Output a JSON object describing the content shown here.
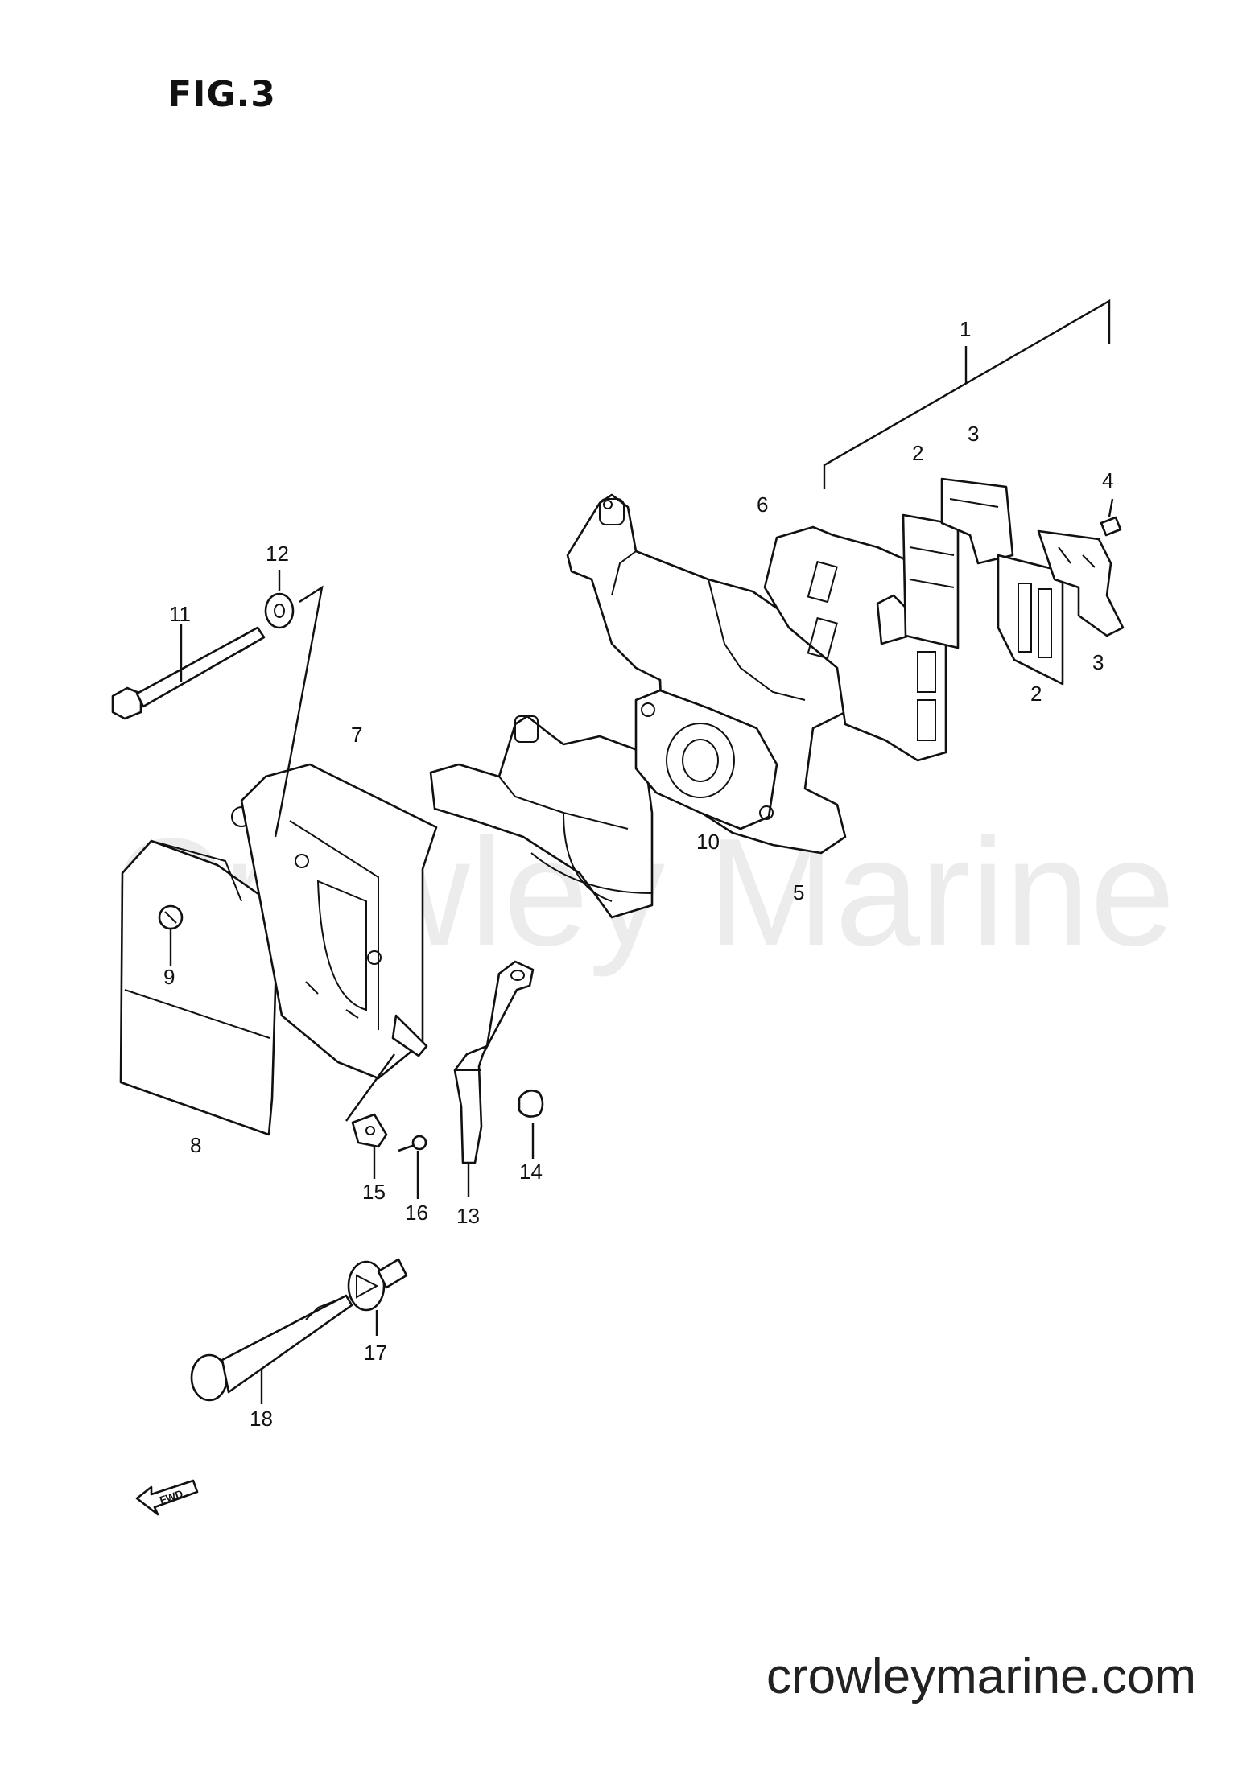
{
  "title": "FIG.3",
  "watermark": "Crowley Marine",
  "website": "crowleymarine.com",
  "fwd_label": "FWD",
  "callouts": [
    "1",
    "2",
    "3",
    "4",
    "5",
    "6",
    "7",
    "8",
    "9",
    "10",
    "11",
    "12",
    "13",
    "14",
    "15",
    "16",
    "17",
    "18"
  ],
  "icons": {
    "fwd_arrow": "fwd-arrow-icon"
  }
}
